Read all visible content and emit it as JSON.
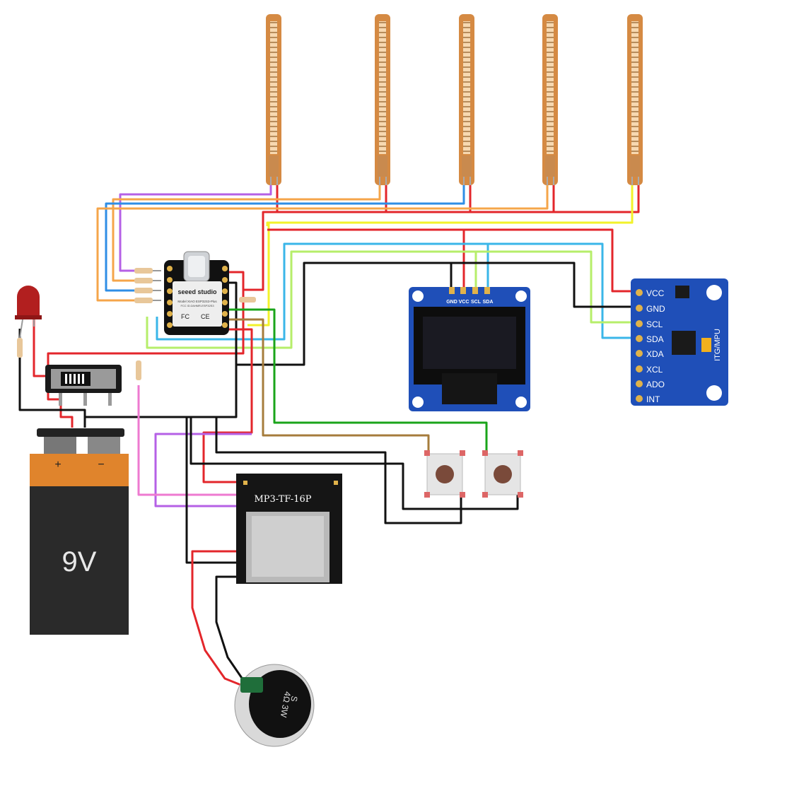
{
  "xiao": {
    "brand": "seeed studio",
    "model": "Model XIAO ESP32S3-Plus",
    "fcc_line": "FCC ID:2AHMR-ESP32S3",
    "fc": "FC",
    "ce": "CE"
  },
  "oled": {
    "pins": [
      "GND",
      "VCC",
      "SCL",
      "SDA"
    ]
  },
  "mpu": {
    "pins": [
      "VCC",
      "GND",
      "SCL",
      "SDA",
      "XDA",
      "XCL",
      "ADO",
      "INT"
    ],
    "label": "ITG/MPU"
  },
  "battery": {
    "voltage": "9V",
    "plus": "+",
    "minus": "−"
  },
  "mp3": {
    "label": "MP3-TF-16P"
  },
  "speaker": {
    "brand": "S",
    "rating": "4Ω 3W"
  },
  "colors": {
    "wire_red": "#e3262b",
    "wire_black": "#111111",
    "wire_yellow": "#f2f22a",
    "wire_blue": "#2f8ee6",
    "wire_lightblue": "#3ab6e8",
    "wire_lightgreen": "#b6ee6a",
    "wire_orange": "#f5a54a",
    "wire_purple": "#b560e6",
    "wire_pink": "#ee7ad0",
    "wire_green": "#1aa41a",
    "wire_brown": "#a67c3c",
    "module_blue": "#1f4fb8",
    "flex_sensor": "#d58a43"
  }
}
